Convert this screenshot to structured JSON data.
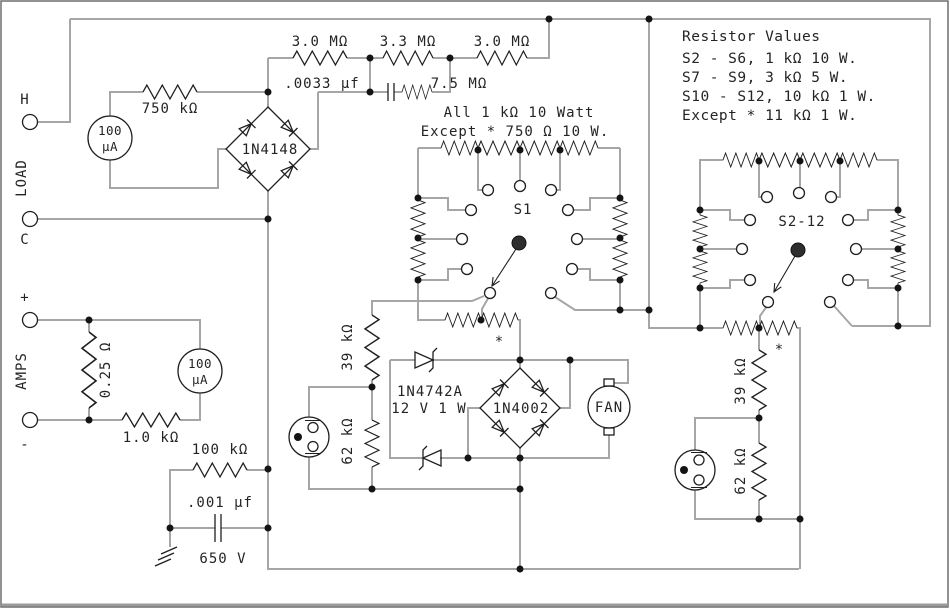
{
  "title_block": {
    "title": "Resistor Values",
    "lines": [
      "S2 - S6, 1 kΩ 10 W.",
      "S7 - S9, 3 kΩ 5 W.",
      "S10 - S12, 10 kΩ 1 W.",
      "Except * 11 kΩ 1 W."
    ]
  },
  "terminals": {
    "h": "H",
    "load": "LOAD",
    "c": "C",
    "plus": "+",
    "amps": "AMPS",
    "minus": "-"
  },
  "top_network": {
    "r1": "3.0 MΩ",
    "r2": "3.3 MΩ",
    "r3": "3.0 MΩ",
    "r4": "7.5 MΩ",
    "c1": ".0033 μf",
    "r5": "750 kΩ",
    "bridge": "1N4148"
  },
  "meter": {
    "line1": "100",
    "line2": "μA"
  },
  "s1": {
    "label": "S1",
    "note1": "All 1 kΩ 10 Watt",
    "note2": "Except * 750 Ω 10 W.",
    "star": "*"
  },
  "s2": {
    "label": "S2-12",
    "star": "*"
  },
  "amps_section": {
    "shunt": "0.25 Ω",
    "r": "1.0 kΩ"
  },
  "filter": {
    "r": "100 kΩ",
    "c": ".001 μf",
    "v": "650 V"
  },
  "regulator": {
    "r_top": "39 kΩ",
    "r_bot": "62 kΩ",
    "zener1": "1N4742A",
    "zener2": "12 V 1 W",
    "bridge": "1N4002",
    "fan": "FAN"
  },
  "colors": {
    "wire": "#a6a6a6",
    "component": "#1f1f1f",
    "background": "#ffffff"
  }
}
